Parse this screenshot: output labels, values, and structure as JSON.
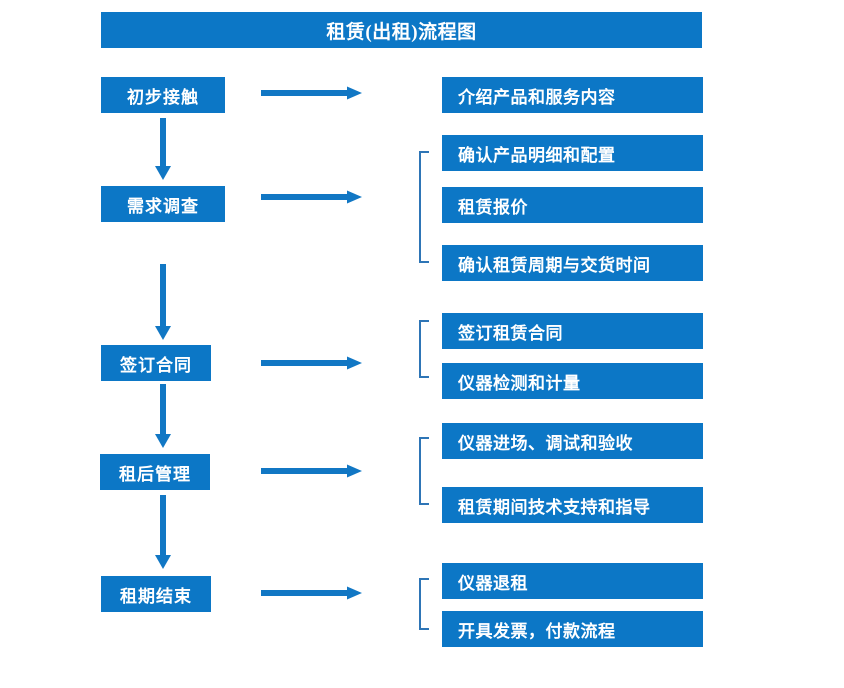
{
  "diagram": {
    "title": "租赁(出租)流程图",
    "colors": {
      "box_fill": "#0c77c6",
      "box_text": "#ffffff",
      "arrow": "#1177c4",
      "bracket": "#2e75b6",
      "background": "#ffffff"
    },
    "stages": [
      {
        "label": "初步接触"
      },
      {
        "label": "需求调查"
      },
      {
        "label": "签订合同"
      },
      {
        "label": "租后管理"
      },
      {
        "label": "租期结束"
      }
    ],
    "details": [
      {
        "label": "介绍产品和服务内容"
      },
      {
        "label": "确认产品明细和配置"
      },
      {
        "label": "租赁报价"
      },
      {
        "label": "确认租赁周期与交货时间"
      },
      {
        "label": "签订租赁合同"
      },
      {
        "label": "仪器检测和计量"
      },
      {
        "label": "仪器进场、调试和验收"
      },
      {
        "label": "租赁期间技术支持和指导"
      },
      {
        "label": "仪器退租"
      },
      {
        "label": "开具发票，付款流程"
      }
    ],
    "connectors": {
      "horizontal_arrow_count": 5,
      "vertical_arrow_count": 4,
      "bracket_count": 4
    }
  }
}
